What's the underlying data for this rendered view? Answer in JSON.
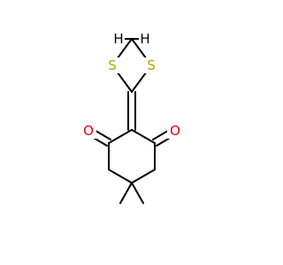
{
  "molecule": {
    "colors": {
      "sulfur": "#B3A300",
      "oxygen": "#E8000B",
      "carbon": "#000000",
      "hydrogen": "#000000",
      "background": "#FFFFFF"
    },
    "atoms": {
      "s_left": {
        "symbol": "S",
        "element": "sulfur"
      },
      "s_right": {
        "symbol": "S",
        "element": "sulfur"
      },
      "o_left": {
        "symbol": "O",
        "element": "oxygen"
      },
      "o_right": {
        "symbol": "O",
        "element": "oxygen"
      },
      "h_left": {
        "symbol": "H",
        "element": "hydrogen"
      },
      "h_right": {
        "symbol": "H",
        "element": "hydrogen"
      }
    }
  }
}
